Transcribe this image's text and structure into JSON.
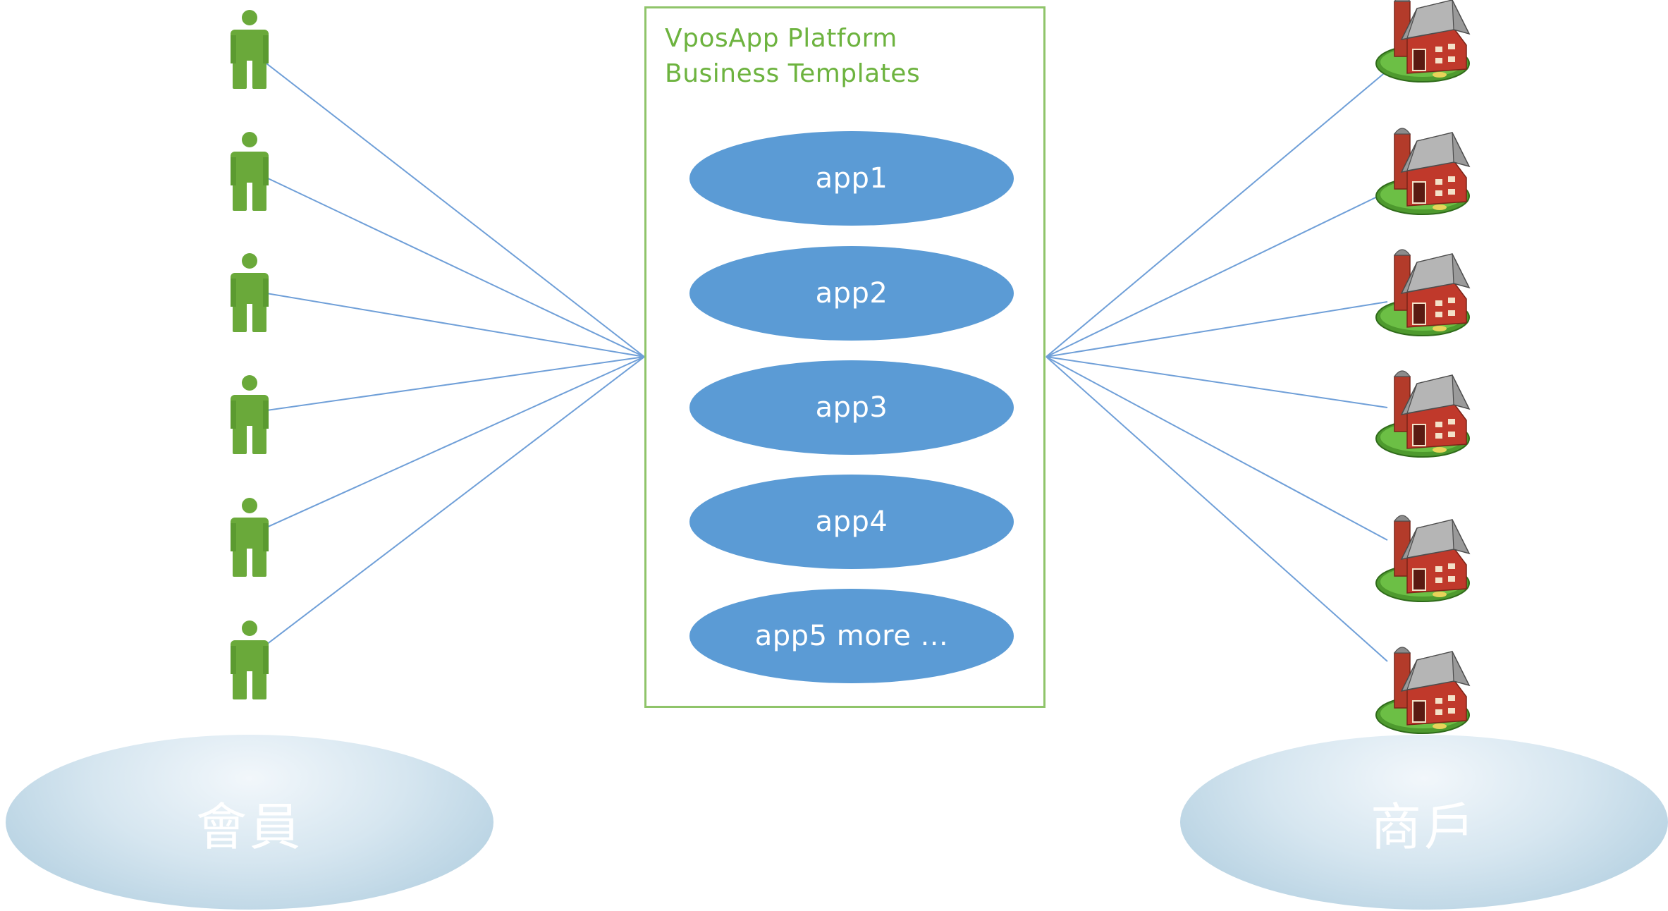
{
  "platform": {
    "title_line1": "VposApp Platform",
    "title_line2": "Business Templates",
    "apps": [
      {
        "label": "app1"
      },
      {
        "label": "app2"
      },
      {
        "label": "app3"
      },
      {
        "label": "app4"
      },
      {
        "label": "app5 more ..."
      }
    ]
  },
  "members": {
    "label": "會員",
    "count": 6
  },
  "merchants": {
    "label": "商戶",
    "count": 6
  },
  "colors": {
    "person": "#6aa93a",
    "link_line": "#6f9fd8",
    "app_fill": "#5b9bd5",
    "box_border": "#8fc46a",
    "title_text": "#6db33f"
  },
  "icons": {
    "member": "person-icon",
    "merchant": "barn-icon"
  }
}
